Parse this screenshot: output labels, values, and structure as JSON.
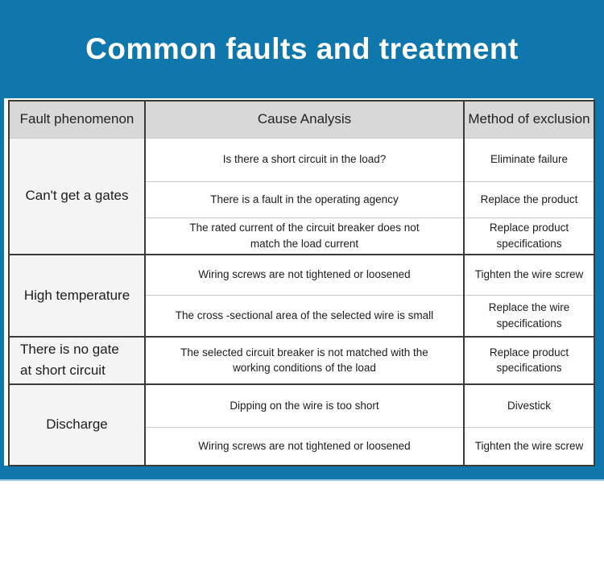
{
  "banner": {
    "title": "Common faults and treatment"
  },
  "colors": {
    "banner_blue": "#0f77ab",
    "band_edge_light_blue": "#9fcade",
    "header_bg": "#d8d8d8",
    "fault_col_bg": "#f4f4f4",
    "dark_border": "#3a3a3a",
    "light_border": "#c9c9c9",
    "title_text": "#ffffff",
    "body_text": "#1c1c1c"
  },
  "table": {
    "headers": [
      "Fault phenomenon",
      "Cause Analysis",
      "Method of exclusion"
    ],
    "groups": [
      {
        "fault": "Can't get a gates",
        "rows": [
          {
            "cause": "Is there a short circuit in the load?",
            "method": "Eliminate failure"
          },
          {
            "cause": "There is a fault in the operating agency",
            "method": "Replace the product"
          },
          {
            "cause": "The rated current of the circuit breaker does not\nmatch the load current",
            "method": "Replace product\nspecifications"
          }
        ]
      },
      {
        "fault": "High temperature",
        "rows": [
          {
            "cause": "Wiring screws are not tightened or loosened",
            "method": "Tighten the wire screw"
          },
          {
            "cause": "The cross -sectional area of the selected wire is small",
            "method": "Replace the wire\nspecifications"
          }
        ]
      },
      {
        "fault": "There is no gate\nat short circuit",
        "rows": [
          {
            "cause": "The selected circuit breaker is not matched with the\nworking conditions of the load",
            "method": "Replace product\nspecifications"
          }
        ]
      },
      {
        "fault": "Discharge",
        "rows": [
          {
            "cause": "Dipping on the wire is too short",
            "method": "Divestick"
          },
          {
            "cause": "Wiring screws are not tightened or loosened",
            "method": "Tighten the wire screw"
          }
        ]
      }
    ]
  }
}
